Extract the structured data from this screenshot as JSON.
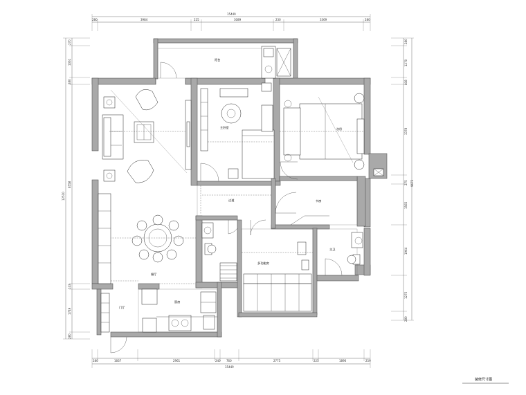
{
  "drawing": {
    "title": "装修尺寸图",
    "overall_width": "15449",
    "overall_height": "12510",
    "right_overall": "9672"
  },
  "dims": {
    "top": [
      "280",
      "3984",
      "225",
      "3089",
      "230",
      "3369",
      "280"
    ],
    "bottom": [
      "280",
      "1667",
      "2961",
      "240",
      "760",
      "2775",
      "225",
      "1896",
      "259"
    ],
    "left": [
      "270",
      "1061",
      "280",
      "6558",
      "143",
      "1749",
      "280"
    ],
    "right": [
      "280",
      "1270",
      "408",
      "3378",
      "275",
      "1565",
      "1964",
      "1275",
      "280"
    ]
  },
  "rooms": {
    "balcony": "阳台",
    "master_bedroom": "主卧室",
    "bedroom": "次卧",
    "corridor": "过道",
    "study": "书房",
    "master_bath": "主卫",
    "dining": "餐厅",
    "multi_room": "多功能房",
    "entrance": "门厅",
    "kitchen": "厨房"
  }
}
